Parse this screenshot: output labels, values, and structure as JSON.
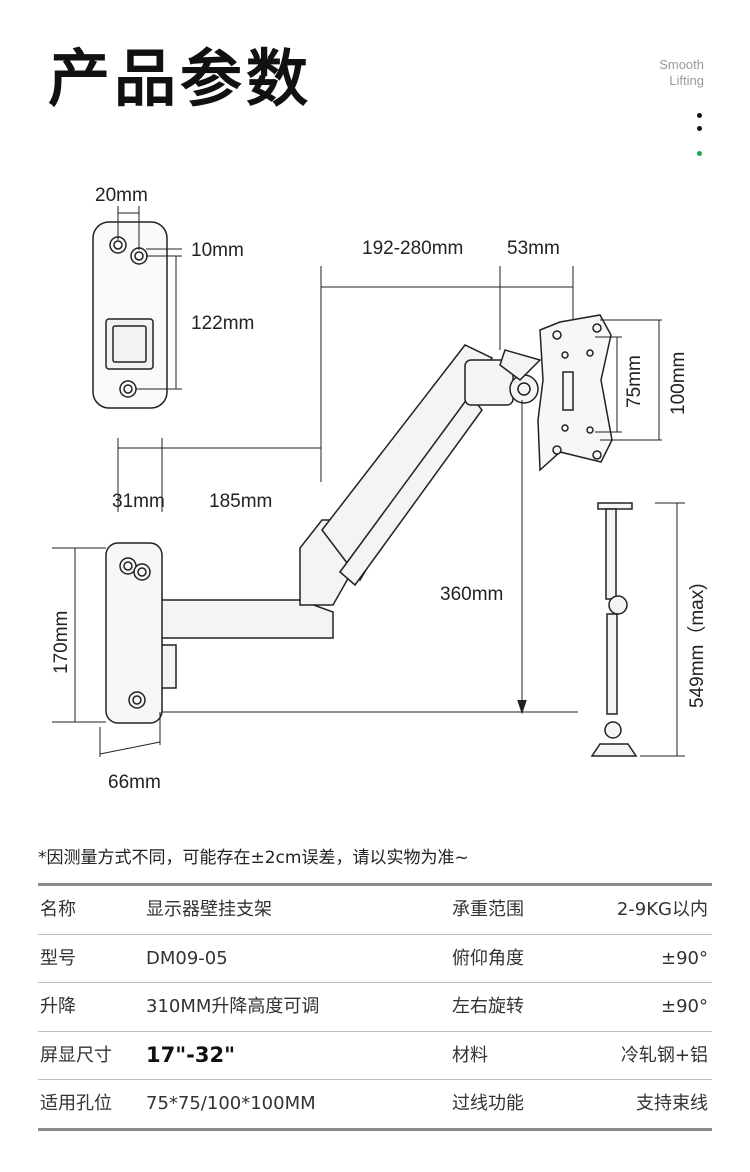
{
  "header": {
    "title": "产品参数",
    "brand_line1": "Smooth",
    "brand_line2": "Lifting",
    "dot_colors": [
      "#111111",
      "#111111",
      "#1aa45a"
    ]
  },
  "diagram": {
    "labels": {
      "plate_hole_spacing": "20mm",
      "plate_hole_offset": "10mm",
      "plate_height": "122mm",
      "arm_reach": "192-280mm",
      "vesa_offset": "53mm",
      "vesa_small": "75mm",
      "vesa_large": "100mm",
      "mount_depth": "31mm",
      "arm_segment": "185mm",
      "height_range": "360mm",
      "wall_plate_height": "170mm",
      "wall_plate_width": "66mm",
      "max_height": "549mm（max)"
    }
  },
  "note": "*因测量方式不同，可能存在±2cm误差，请以实物为准~",
  "specs": [
    {
      "k1": "名称",
      "v1": "显示器壁挂支架",
      "k2": "承重范围",
      "v2": "2-9KG以内"
    },
    {
      "k1": "型号",
      "v1": "DM09-05",
      "k2": "俯仰角度",
      "v2": "±90°"
    },
    {
      "k1": "升降",
      "v1": "310MM升降高度可调",
      "k2": "左右旋转",
      "v2": "±90°"
    },
    {
      "k1": "屏显尺寸",
      "v1": "17\"-32\"",
      "k2": "材料",
      "v2": "冷轧钢+铝"
    },
    {
      "k1": "适用孔位",
      "v1": "75*75/100*100MM",
      "k2": "过线功能",
      "v2": "支持束线"
    }
  ]
}
